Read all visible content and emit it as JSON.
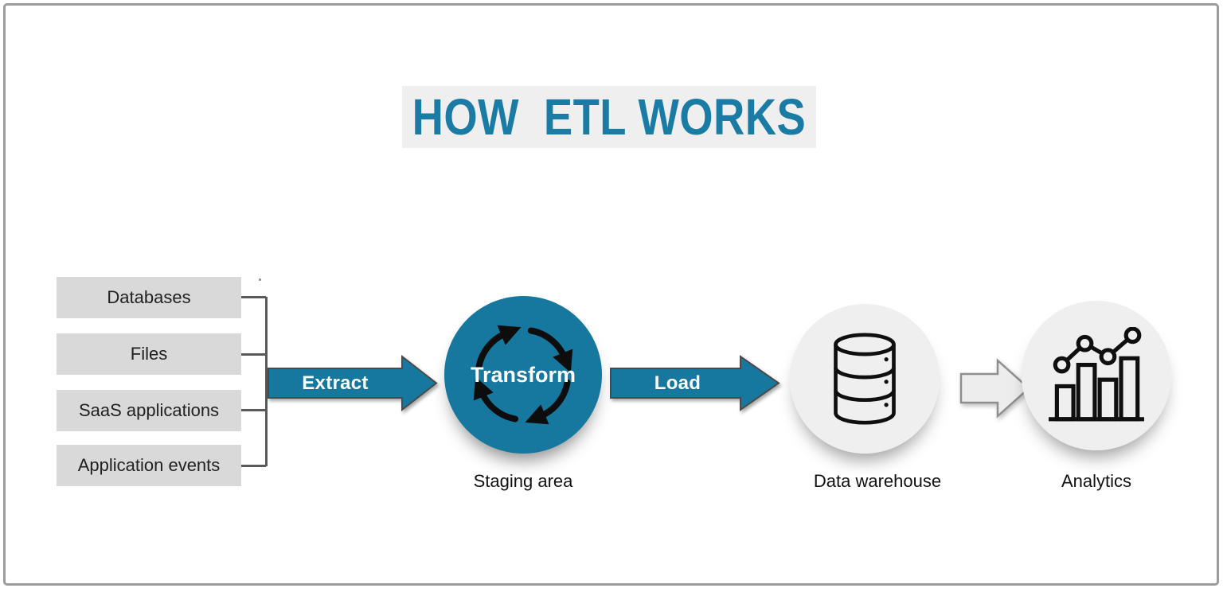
{
  "title": "HOW  ETL WORKS",
  "sources": {
    "items": [
      {
        "label": "Databases"
      },
      {
        "label": "Files"
      },
      {
        "label": "SaaS applications"
      },
      {
        "label": "Application events"
      }
    ]
  },
  "flow": {
    "extract_label": "Extract",
    "transform_label": "Transform",
    "load_label": "Load",
    "staging_caption": "Staging area",
    "warehouse_caption": "Data warehouse",
    "analytics_caption": "Analytics"
  },
  "icons": {
    "cycle": "cycle-arrows-icon",
    "warehouse": "database-cylinder-icon",
    "analytics": "bar-chart-trend-icon",
    "flow_connector": "outline-right-arrow-icon"
  },
  "colors": {
    "accent_teal": "#16789E",
    "title_teal": "#1A7BA4",
    "source_box_gray": "#D9D9D9",
    "light_gray_fill": "#EFEFEF",
    "connector_gray": "#5A5A5A",
    "icon_black": "#0F0F0F",
    "frame_border": "#9C9C9C"
  }
}
